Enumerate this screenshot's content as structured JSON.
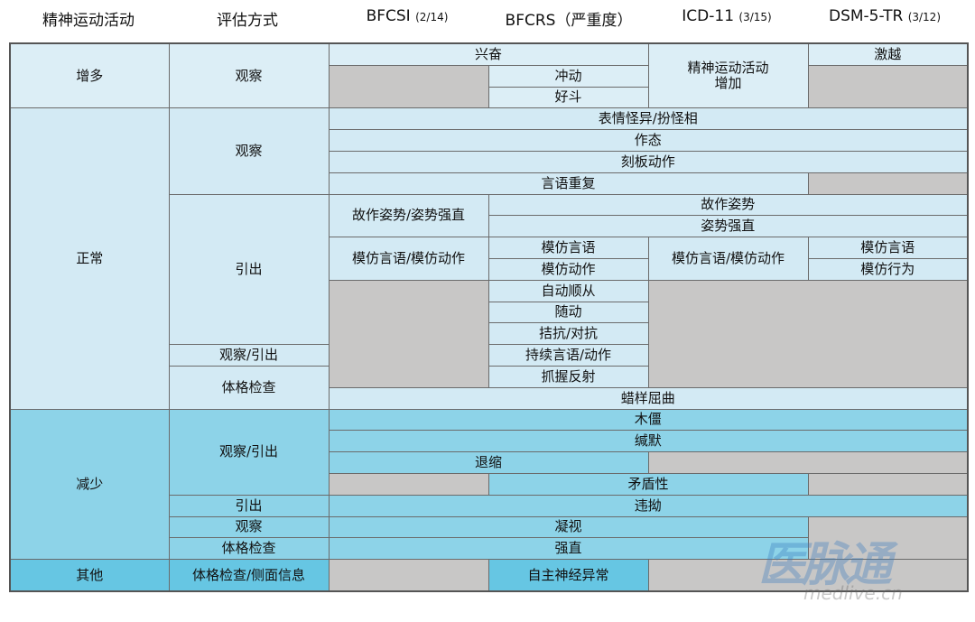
{
  "header": {
    "columns": [
      {
        "label": "精神运动活动",
        "sub": ""
      },
      {
        "label": "评估方式",
        "sub": ""
      },
      {
        "label": "BFCSI",
        "sub": "(2/14)"
      },
      {
        "label": "BFCRS（严重度）",
        "sub": ""
      },
      {
        "label": "ICD-11",
        "sub": "(3/15)"
      },
      {
        "label": "DSM-5-TR",
        "sub": "(3/12)"
      }
    ]
  },
  "categories": {
    "increase": "增多",
    "normal": "正常",
    "decrease": "减少",
    "other": "其他"
  },
  "methods": {
    "observe": "观察",
    "elicit": "引出",
    "observe_elicit": "观察/引出",
    "physical_exam": "体格检查",
    "physical_exam_collateral": "体格检查/侧面信息"
  },
  "signs": {
    "excitement": "兴奋",
    "impulsivity": "冲动",
    "combativeness": "好斗",
    "psychomotor_increase": "精神运动活动\n增加",
    "agitation": "激越",
    "grimacing": "表情怪异/扮怪相",
    "mannerisms": "作态",
    "stereotypy": "刻板动作",
    "verbigeration": "言语重复",
    "posturing_catalepsy": "故作姿势/姿势强直",
    "posturing": "故作姿势",
    "catalepsy": "姿势强直",
    "echo_combined": "模仿言语/模仿动作",
    "echolalia": "模仿言语",
    "echopraxia": "模仿动作",
    "echo_combined_icd": "模仿言语/模仿动作",
    "echolalia_dsm": "模仿言语",
    "echopraxia_dsm": "模仿行为",
    "automatic_obedience": "自动顺从",
    "mitgehen": "随动",
    "gegenhalten": "拮抗/对抗",
    "perseveration": "持续言语/动作",
    "grasp_reflex": "抓握反射",
    "waxy_flexibility": "蜡样屈曲",
    "stupor": "木僵",
    "mutism": "缄默",
    "withdrawal": "退缩",
    "ambitendency": "矛盾性",
    "negativism": "违拗",
    "staring": "凝视",
    "rigidity": "强直",
    "autonomic_abnormality": "自主神经异常"
  },
  "colors": {
    "increase_bg": "#dceef6",
    "normal_bg": "#d3eaf4",
    "decrease_bg": "#8dd3e8",
    "other_bg": "#66c6e3",
    "not_applicable_bg": "#c8c7c6",
    "border": "#6b6b6b"
  },
  "watermark": {
    "logo": "医脉通",
    "url": "medlive.cn"
  }
}
